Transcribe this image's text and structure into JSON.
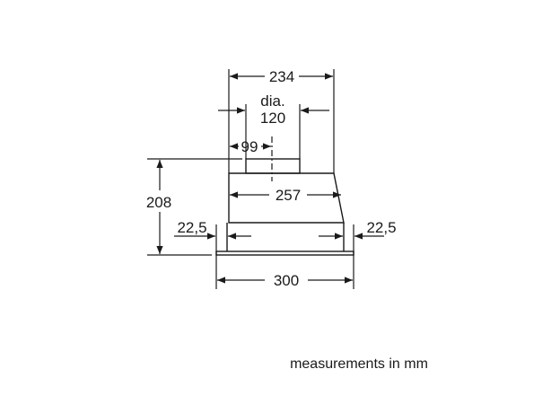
{
  "dimensions": {
    "top_width": "234",
    "outlet_label": "dia.",
    "outlet_diameter": "120",
    "outlet_offset": "99",
    "height": "208",
    "inner_width": "257",
    "left_inset": "22,5",
    "right_inset": "22,5",
    "total_width": "300"
  },
  "note": "measurements in mm",
  "colors": {
    "line": "#1a1a1a",
    "background": "#ffffff"
  }
}
